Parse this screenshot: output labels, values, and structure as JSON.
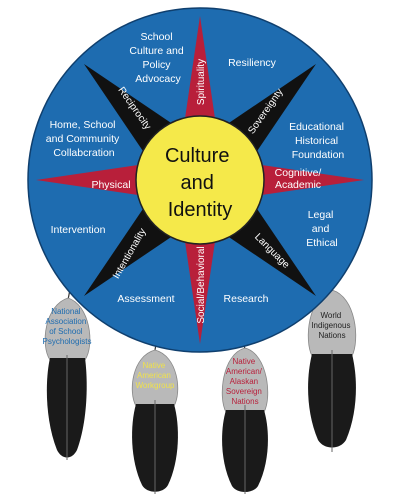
{
  "center": {
    "lines": [
      "Culture",
      "and",
      "Identity"
    ],
    "fill": "#f5e94a"
  },
  "colors": {
    "outer_ring": "#1e6cb0",
    "red_points": "#b81f3a",
    "black_points": "#111111",
    "feather_gray": "#b9b9b9",
    "feather_black": "#1a1a1a",
    "text_white": "#ffffff",
    "text_blue": "#1e6cb0",
    "text_yellow": "#f0e24a",
    "text_red": "#b81f3a",
    "text_dark": "#222222"
  },
  "points": {
    "top": "Spirituality",
    "top_right": "Sovereignty",
    "right": "Cognitive/ Academic",
    "bottom_right": "Language",
    "bottom": "Social/Behavioral",
    "bottom_left": "Intentionality",
    "left": "Physical",
    "top_left": "Reciprocity"
  },
  "ring_labels": {
    "school_culture": [
      "School",
      "Culture and",
      "Policy",
      "Advocacy"
    ],
    "resiliency": [
      "Resiliency"
    ],
    "educational": [
      "Educational",
      "Historical",
      "Foundation"
    ],
    "legal": [
      "Legal",
      "and",
      "Ethical"
    ],
    "research": [
      "Research"
    ],
    "assessment": [
      "Assessment"
    ],
    "intervention": [
      "Intervention"
    ],
    "home_school": [
      "Home, School",
      "and Community",
      "Collabcration"
    ]
  },
  "feathers": [
    {
      "lines": [
        "National",
        "Association",
        "of School",
        "Psychologists"
      ],
      "color": "#1e6cb0"
    },
    {
      "lines": [
        "Native",
        "American",
        "Workgroup"
      ],
      "color": "#f0e24a"
    },
    {
      "lines": [
        "Native",
        "American/",
        "Alaskan",
        "Sovereign",
        "Nations"
      ],
      "color": "#b81f3a"
    },
    {
      "lines": [
        "World",
        "Indigenous",
        "Nations"
      ],
      "color": "#222222"
    }
  ]
}
